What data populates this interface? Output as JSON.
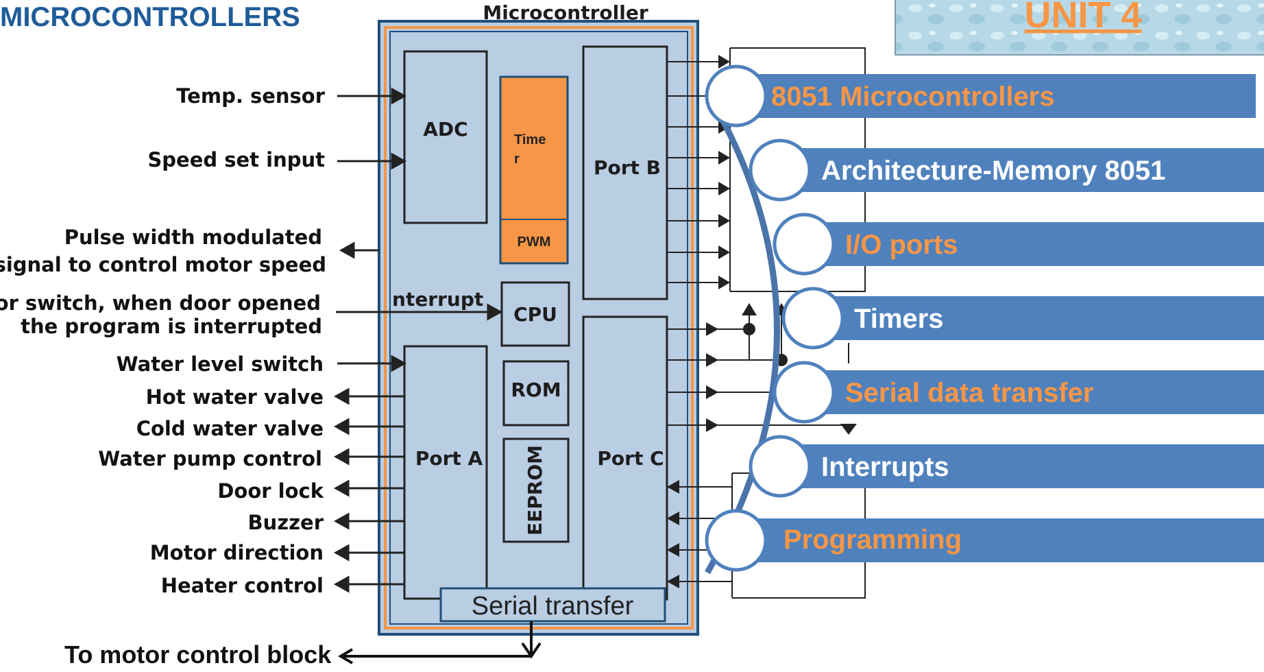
{
  "slide": {
    "title": "MICROCONTROLLERS",
    "unit_badge": "UNIT 4"
  },
  "diagram": {
    "caption": "Microcontroller",
    "inputs": [
      {
        "label": "Temp. sensor"
      },
      {
        "label": "Speed set input"
      },
      {
        "label": "Door switch, when door opened",
        "label2": "the program is interrupted"
      },
      {
        "label": "Water level switch"
      }
    ],
    "outputs": [
      {
        "label": "Pulse width modulated",
        "label2": "signal to control motor speed"
      },
      {
        "label": "Hot water valve"
      },
      {
        "label": "Cold water valve"
      },
      {
        "label": "Water pump control"
      },
      {
        "label": "Door lock"
      },
      {
        "label": "Buzzer"
      },
      {
        "label": "Motor direction"
      },
      {
        "label": "Heater control"
      }
    ],
    "blocks": {
      "adc": "ADC",
      "timer": "Time",
      "timer_wrap": "r",
      "pwm": "PWM",
      "cpu": "CPU",
      "interrupt": "nterrupt",
      "rom": "ROM",
      "eeprom": "EEPROM",
      "port_a": "Port A",
      "port_b": "Port B",
      "port_c": "Port C",
      "serial": "Serial transfer"
    },
    "motor_control": "To motor control block"
  },
  "topics": [
    {
      "label": "8051 Microcontrollers",
      "color": "#f79646"
    },
    {
      "label": "Architecture-Memory 8051",
      "color": "#ffffff"
    },
    {
      "label": "I/O ports",
      "color": "#f79646"
    },
    {
      "label": "Timers",
      "color": "#ffffff"
    },
    {
      "label": "Serial data transfer",
      "color": "#f79646"
    },
    {
      "label": "Interrupts",
      "color": "#ffffff"
    },
    {
      "label": "Programming",
      "color": "#f79646"
    }
  ],
  "colors": {
    "accent_orange": "#f79646",
    "bar_blue": "#4f81bd",
    "chip_fill": "#b9cde3",
    "title_blue": "#1f5c99"
  }
}
